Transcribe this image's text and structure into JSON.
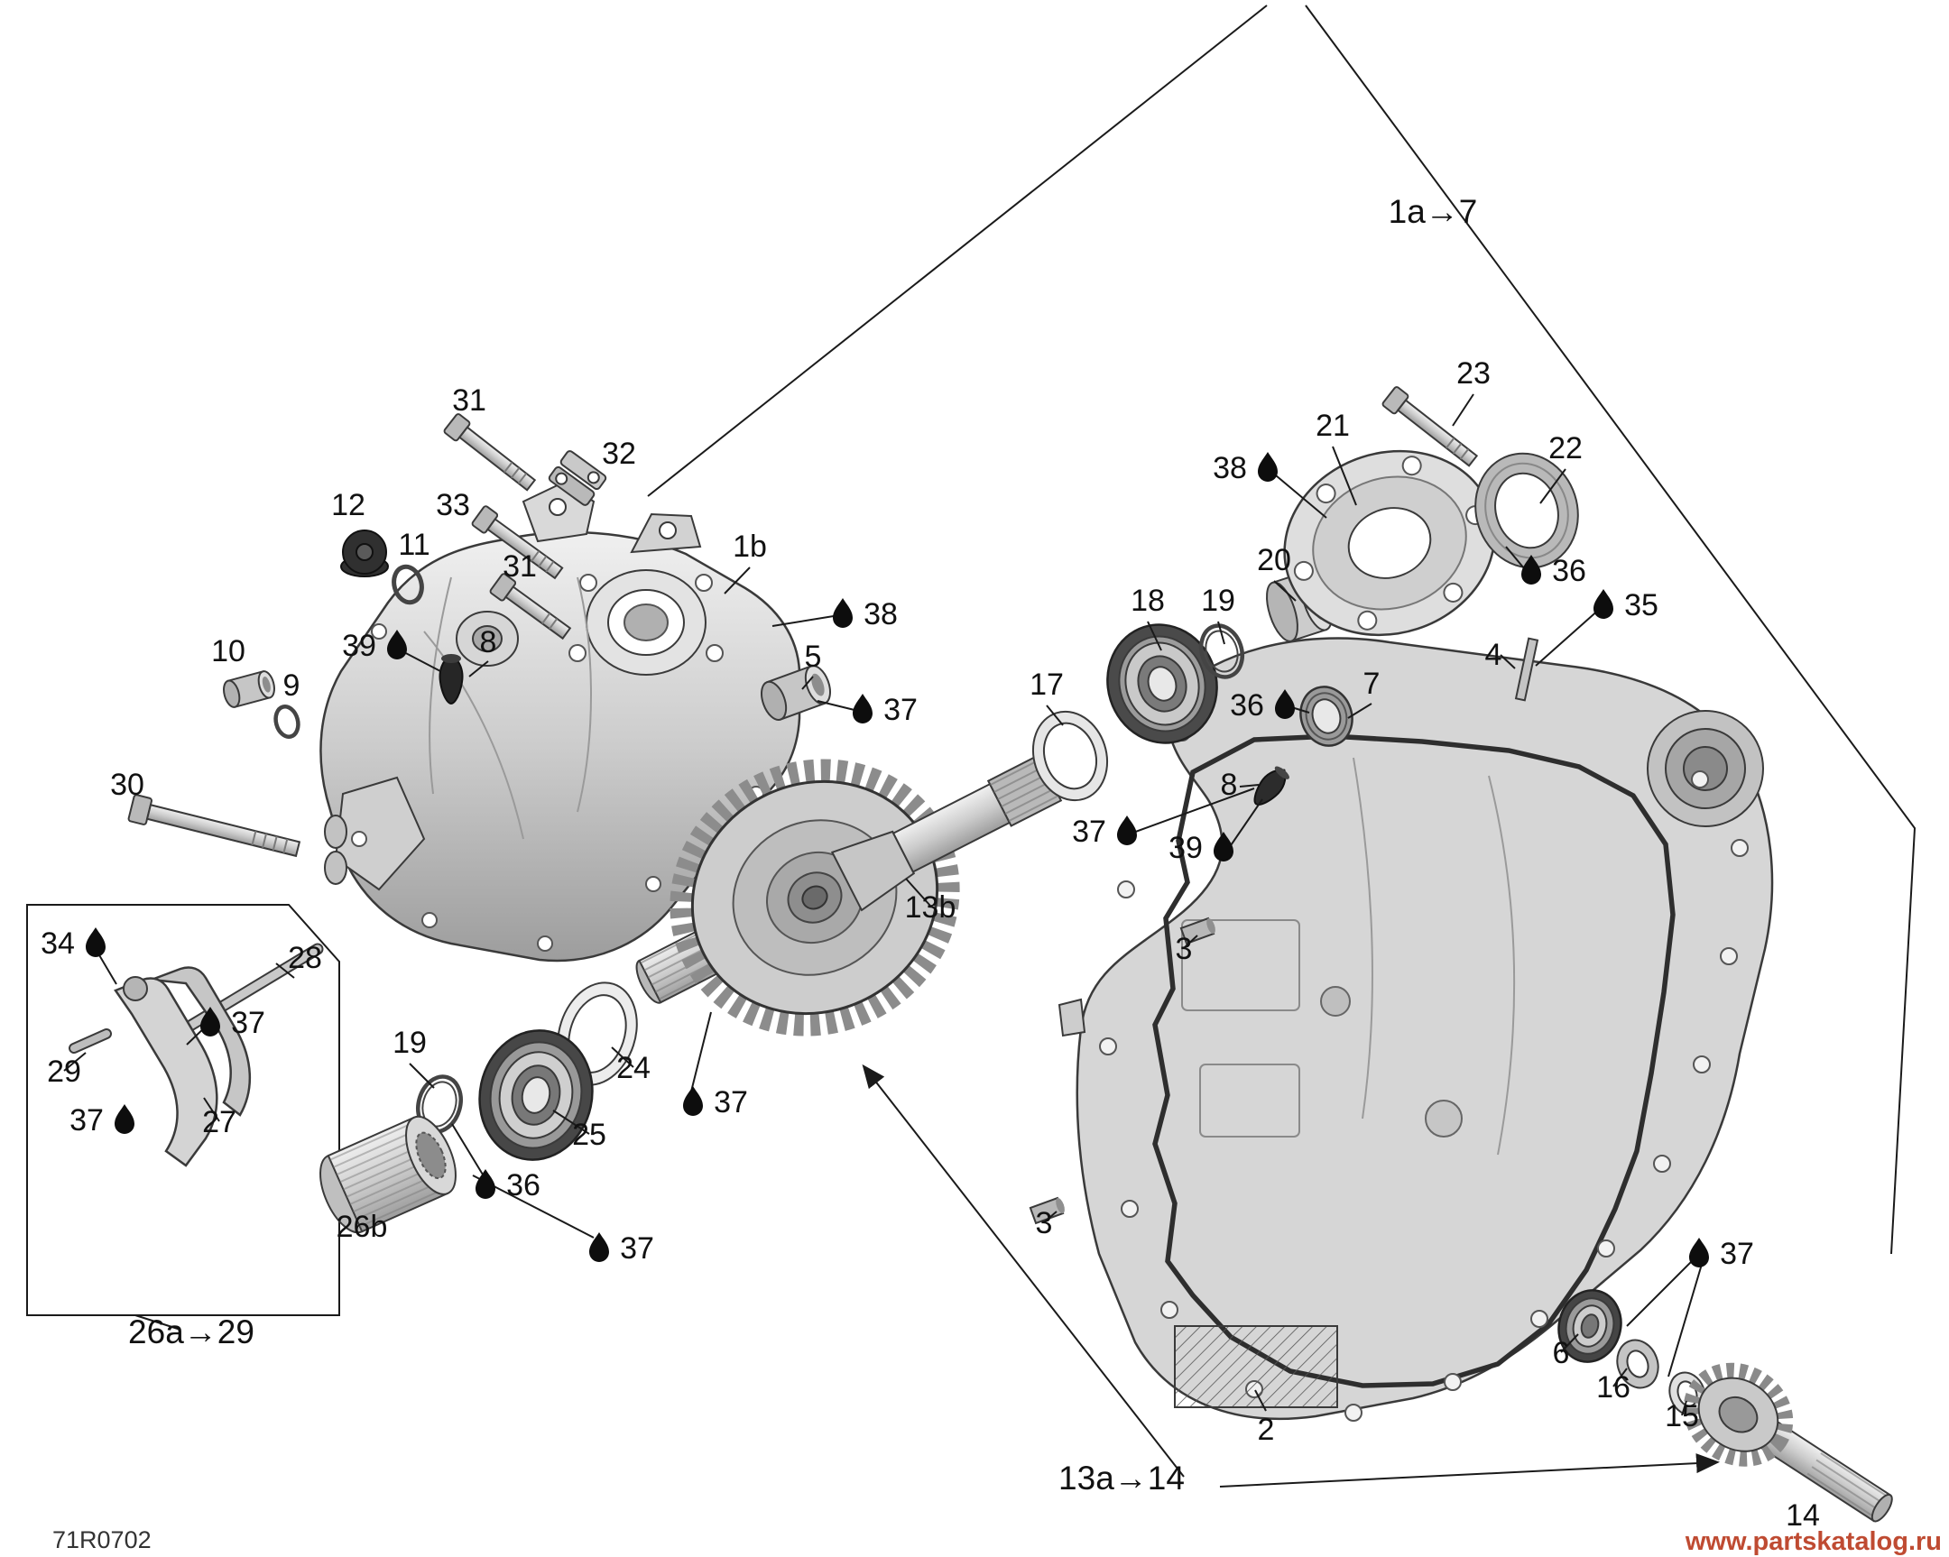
{
  "diagram": {
    "type": "exploded-parts-diagram",
    "subject": "gear box / crankcase assembly"
  },
  "colors": {
    "ink": "#1a1a1a",
    "watermark": "#bf4b32",
    "metal_light": "#e9e9e9",
    "metal_mid": "#c9c9c9",
    "metal_dark": "#4a4a4a",
    "oil_drop": "#0d0d0d",
    "background": "#ffffff"
  },
  "icons": {
    "oil_drop_icon": "filled teardrop marking a lubrication point",
    "arrow_icon": "→"
  },
  "callouts": {
    "group_1a_7": "1a→7",
    "group_13a_14": "13a→14",
    "group_26a_29": "26a→29",
    "n1b": "1b",
    "n2": "2",
    "n3_upper": "3",
    "n3_lower": "3",
    "n4": "4",
    "n5": "5",
    "n6": "6",
    "n7": "7",
    "n8_left": "8",
    "n8_right": "8",
    "n9": "9",
    "n10": "10",
    "n11": "11",
    "n12": "12",
    "n13b": "13b",
    "n14": "14",
    "n15": "15",
    "n16": "16",
    "n17": "17",
    "n18": "18",
    "n19_right": "19",
    "n19_left": "19",
    "n20": "20",
    "n21": "21",
    "n22": "22",
    "n23": "23",
    "n24": "24",
    "n25": "25",
    "n26b": "26b",
    "n27": "27",
    "n28": "28",
    "n29": "29",
    "n30": "30",
    "n31_top": "31",
    "n31_low": "31",
    "n32": "32",
    "n33": "33",
    "n34": "34",
    "n35": "35",
    "n36_top": "36",
    "n36_mid": "36",
    "n36_left": "36",
    "n37_bushing": "37",
    "n37_plug": "37",
    "n37_fork_top": "37",
    "n37_fork_bottom": "37",
    "n37_shaft": "37",
    "n37_bearing": "37",
    "n37_output": "37",
    "n38_top": "38",
    "n38_left": "38",
    "n39_left": "39",
    "n39_right": "39"
  },
  "footer": {
    "drawing_code": "71R0702",
    "watermark": "www.partskatalog.ru"
  }
}
